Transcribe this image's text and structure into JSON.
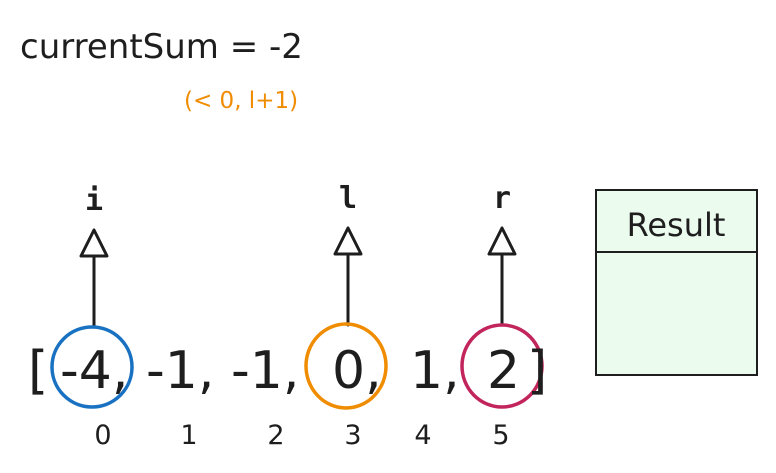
{
  "sum_label": "currentSum = -2",
  "note": "(< 0, l+1)",
  "pointers": {
    "i": "i",
    "l": "l",
    "r": "r"
  },
  "array": {
    "open_bracket": "[",
    "close_bracket": "]",
    "values": [
      "-4,",
      "-1,",
      "-1,",
      "0,",
      "1,",
      "2"
    ],
    "indices": [
      "0",
      "1",
      "2",
      "3",
      "4",
      "5"
    ]
  },
  "result": {
    "title": "Result"
  },
  "colors": {
    "text": "#1e1e1e",
    "note": "#f08c00",
    "circle_i": "#1971c2",
    "circle_l": "#f08c00",
    "circle_r": "#c2255c",
    "result_fill": "#ebfbee"
  }
}
